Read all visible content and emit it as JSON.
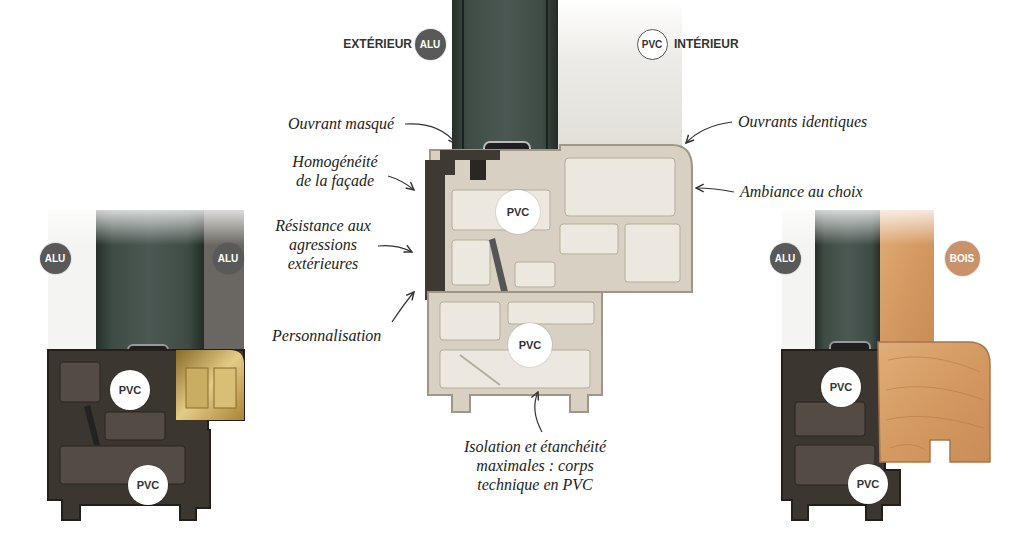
{
  "diagram": {
    "nodes": [
      {
        "text": [
          "ALU"
        ]
      },
      {
        "text": [
          "PVC"
        ]
      },
      {
        "text": [
          "PVC"
        ]
      },
      {
        "text": [
          "PVC"
        ]
      },
      {
        "text": [
          "ALU"
        ]
      },
      {
        "text": [
          "ALU"
        ]
      },
      {
        "text": [
          "PVC"
        ]
      },
      {
        "text": [
          "PVC"
        ]
      },
      {
        "text": [
          "ALU"
        ]
      },
      {
        "text": [
          "BOIS"
        ]
      },
      {
        "text": [
          "PVC"
        ]
      },
      {
        "text": [
          "PVC"
        ]
      }
    ],
    "labels": [
      "EXTÉRIEUR",
      "INTÉRIEUR",
      "Ouvrant masqué",
      "Homogénéité de la façade",
      "Résistance aux agressions extérieures",
      "Personnalisation",
      "Ouvrants identiques",
      "Ambiance au choix",
      "Isolation et étanchéité maximales : corps technique en PVC"
    ]
  }
}
